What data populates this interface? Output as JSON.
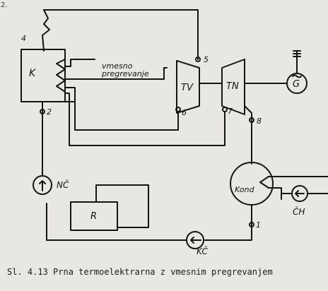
{
  "labels": {
    "boiler": "K",
    "reheat_line1": "vmesno",
    "reheat_line2": "pregrevanje",
    "turbine_hp": "TV",
    "turbine_lp": "TN",
    "generator": "G",
    "condenser": "Kond",
    "feed_pump": "NČ",
    "condensate_pump": "KČ",
    "cooling_pump": "ČH",
    "tank": "R"
  },
  "points": [
    "1",
    "2",
    "4",
    "5",
    "6",
    "7",
    "8"
  ],
  "caption": "Sl. 4.13 Prna termoelektrarna z vmesnim pregrevanjem",
  "margin_mark": "2."
}
